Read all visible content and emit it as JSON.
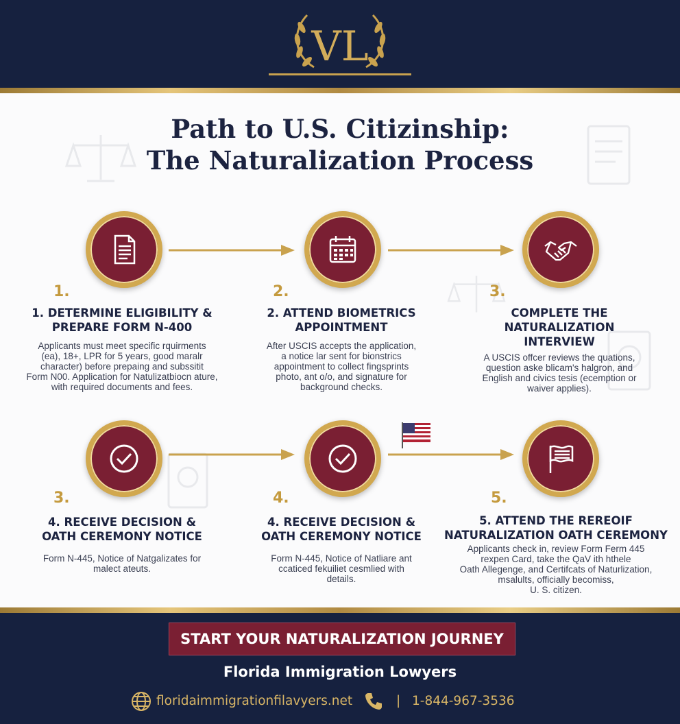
{
  "header": {
    "logo_text": "VL"
  },
  "title": {
    "line1": "Path to U.S. Citizinship:",
    "line2": "The Naturalization Process"
  },
  "steps": [
    {
      "number": "1.",
      "title_lines": [
        "1. DETERMINE ELIGIBILITY &",
        "PREPARE FORM N-400"
      ],
      "desc_lines": [
        "Applicants must meet specific rquirments",
        "(ea), 18+, LPR for 5 years, good maralr",
        "character) before prepaing and subssitit",
        "Form N00. Application for Natulizatbiocn ature,",
        "with required documents and fees."
      ],
      "icon": "document-icon"
    },
    {
      "number": "2.",
      "title_lines": [
        "2. ATTEND BIOMETRICS",
        "APPOINTMENT"
      ],
      "desc_lines": [
        "After USCIS accepts the application,",
        "a notice lar sent for bionstrics",
        "appointment to collect fingsprints",
        "photo, ant o/o, and signature for",
        "background checks."
      ],
      "icon": "calendar-icon"
    },
    {
      "number": "3.",
      "title_lines": [
        "COMPLETE THE",
        "NATURALIZATION",
        "INTERVIEW"
      ],
      "desc_lines": [
        "A USCIS offcer reviews the quations,",
        "question aske blicam's halgron, and",
        "English and civics tesis (ecemption or",
        "waiver applies)."
      ],
      "icon": "handshake-icon"
    },
    {
      "number": "3.",
      "title_lines": [
        "4. RECEIVE DECISION &",
        "OATH CEREMONY NOTICE"
      ],
      "desc_lines": [
        "Form N-445, Notice of Natgalizates for",
        "malect ateuts."
      ],
      "icon": "check-circle-icon"
    },
    {
      "number": "4.",
      "title_lines": [
        "4. RECEIVE DECISION &",
        "OATH CEREMONY NOTICE"
      ],
      "desc_lines": [
        "Form N-445, Notice of Natliare ant",
        "ccaticed fekuiliet cesmlied with",
        "details."
      ],
      "icon": "check-circle-icon"
    },
    {
      "number": "5.",
      "title_lines": [
        "5. ATTEND THE REREOIF",
        "NATURALIZATION OATH CEREMONY"
      ],
      "desc_lines": [
        "Applicants check in, review Form Ferm 445",
        "rexpen Card, take the QaV ith hthele",
        "Oath Allegenge, and Certifcats of Naturlization,",
        "msalults, officially becomiss,",
        "U. S. citizen."
      ],
      "icon": "flag-icon"
    }
  ],
  "footer": {
    "cta_label": "START YOUR NATURALIZATION JOURNEY",
    "firm_name": "Florida Immigration Lowyers",
    "website": "floridaimmigrationfilavyers.net",
    "separator": "|",
    "phone": "1-844-967-3536"
  },
  "colors": {
    "navy": "#16213f",
    "maroon": "#7a1f33",
    "gold": "#c9a24e",
    "title_text": "#1c2340"
  }
}
